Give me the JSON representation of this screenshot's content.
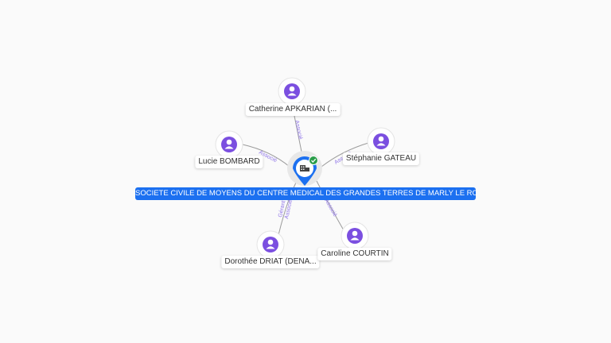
{
  "company": {
    "name": "SOCIETE CIVILE DE MOYENS DU CENTRE MEDICAL DES GRANDES TERRES DE MARLY LE ROI",
    "icon": "building-icon",
    "badge_icon": "check-icon",
    "colors": {
      "primary": "#1c70f0",
      "badge": "#2a9d4a"
    }
  },
  "person_icon": "person-icon",
  "person_color": "#7b4fe0",
  "persons": [
    {
      "id": "catherine",
      "name": "Catherine APKARIAN (...",
      "role": "Associé"
    },
    {
      "id": "lucie",
      "name": "Lucie BOMBARD",
      "role": "Associé"
    },
    {
      "id": "stephanie",
      "name": "Stéphanie GATEAU",
      "role": "Associé"
    },
    {
      "id": "dorothee",
      "name": "Dorothée DRIAT (DENA...",
      "role": "Gérant",
      "role2": "Associé"
    },
    {
      "id": "caroline",
      "name": "Caroline COURTIN",
      "role": "Associé"
    }
  ]
}
